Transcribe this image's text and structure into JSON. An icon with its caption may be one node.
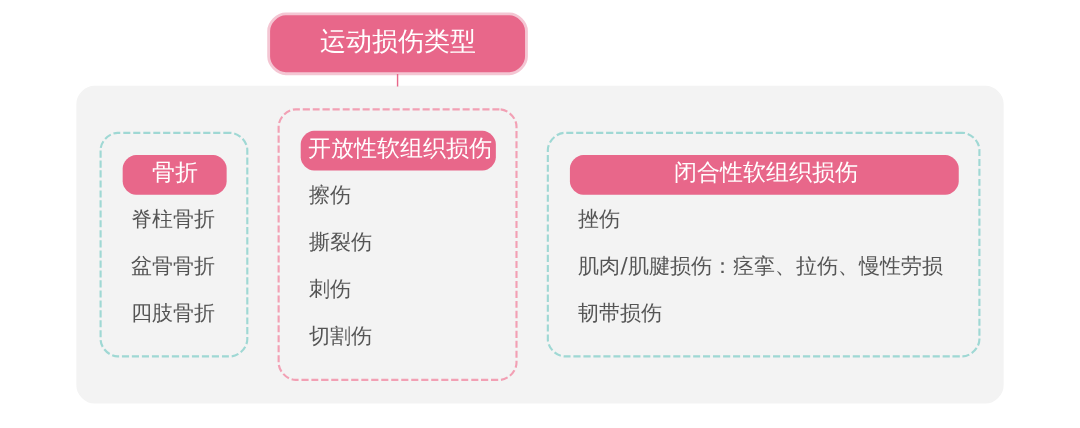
{
  "diagram": {
    "nodes": [
      {
        "text": [
          "运动损伤类型"
        ]
      },
      {
        "text": [],
        "shape": "box"
      },
      {
        "text": [
          "骨折",
          "脊柱骨折",
          "盆骨骨折",
          "四肢骨折"
        ],
        "in": 1
      },
      {
        "text": [
          "开放性软组织损伤",
          "擦伤",
          "撕裂伤",
          "刺伤",
          "切割伤"
        ],
        "in": 1
      },
      {
        "text": [
          "闭合性软组织损伤",
          "挫伤",
          "肌肉/肌腱损伤：痉挛、拉伤、慢性劳损",
          "韧带损伤"
        ],
        "in": 1
      }
    ],
    "edges": [
      {
        "from": 0,
        "to": 1,
        "arrow": "none"
      }
    ]
  }
}
